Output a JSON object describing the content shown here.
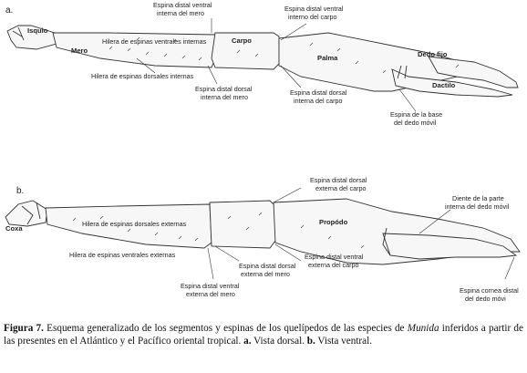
{
  "figure_a": {
    "panel": "a.",
    "labels": {
      "isquio": "Isquio",
      "mero": "Mero",
      "carpo": "Carpo",
      "palma": "Palma",
      "dedo_fijo": "Dedo fijo",
      "dactilo": "Dactilo",
      "hilera_ventrales": "Hilera de espinas ventrales internas",
      "hilera_dorsales": "Hilera de espinas dorsales internas",
      "ventral_mero_1": "Espina distal ventral",
      "ventral_mero_2": "interna del mero",
      "ventral_carpo_1": "Espina distal ventral",
      "ventral_carpo_2": "interno del carpo",
      "dorsal_mero_1": "Espina distal dorsal",
      "dorsal_mero_2": "interna del mero",
      "dorsal_carpo_1": "Espina distal dorsal",
      "dorsal_carpo_2": "interna del carpo",
      "base_dedo_1": "Espina de la base",
      "base_dedo_2": "del dedo móvil"
    }
  },
  "figure_b": {
    "panel": "b.",
    "labels": {
      "coxa": "Coxa",
      "propodo": "Propódo",
      "hilera_dorsales": "Hilera de espinas  dorsales  externas",
      "hilera_ventrales": "Hilera de espinas ventrales  externas",
      "dorsal_carpo_1": "Espina distal dorsal",
      "dorsal_carpo_2": "externa del carpo",
      "diente_1": "Diente de la parte",
      "diente_2": "interna del dedo móvil",
      "dorsal_mero_1": "Espina distal dorsal",
      "dorsal_mero_2": "externa del mero",
      "ventral_carpo_1": "Espina distal ventral",
      "ventral_carpo_2": "externa del carpo",
      "ventral_mero_1": "Espina  distal ventral",
      "ventral_mero_2": "externa del mero",
      "cornea_1": "Espina cornea distal",
      "cornea_2": "del dedo móvi"
    }
  },
  "caption": {
    "figure_label": "Figura 7.",
    "text_1": " Esquema generalizado de los segmentos y espinas de los quelípedos de las especies de ",
    "genus": "Munida",
    "text_2": " inferidos a partir de las presentes en el Atlántico y el Pacífico oriental tropical. ",
    "a_label": "a.",
    "a_text": " Vista dorsal. ",
    "b_label": "b.",
    "b_text": " Vista ventral."
  }
}
